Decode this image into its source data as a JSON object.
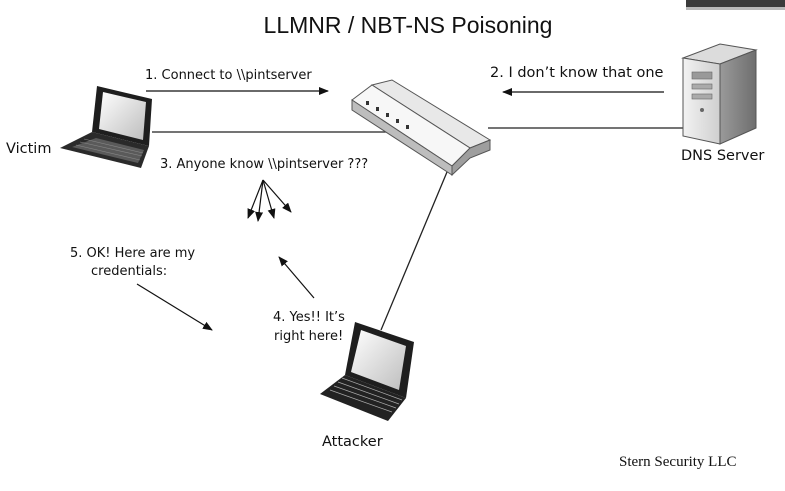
{
  "title": "LLMNR / NBT-NS Poisoning",
  "nodes": {
    "victim": "Victim",
    "dns_server": "DNS Server",
    "attacker": "Attacker"
  },
  "steps": {
    "step1": "1.  Connect to \\\\pintserver",
    "step2": "2. I don’t know that one",
    "step3": "3.  Anyone know \\\\pintserver ???",
    "step4_line1": "4.  Yes!! It’s",
    "step4_line2": "right here!",
    "step5_line1": "5. OK! Here are my",
    "step5_line2": "credentials:"
  },
  "credit": "Stern Security LLC"
}
